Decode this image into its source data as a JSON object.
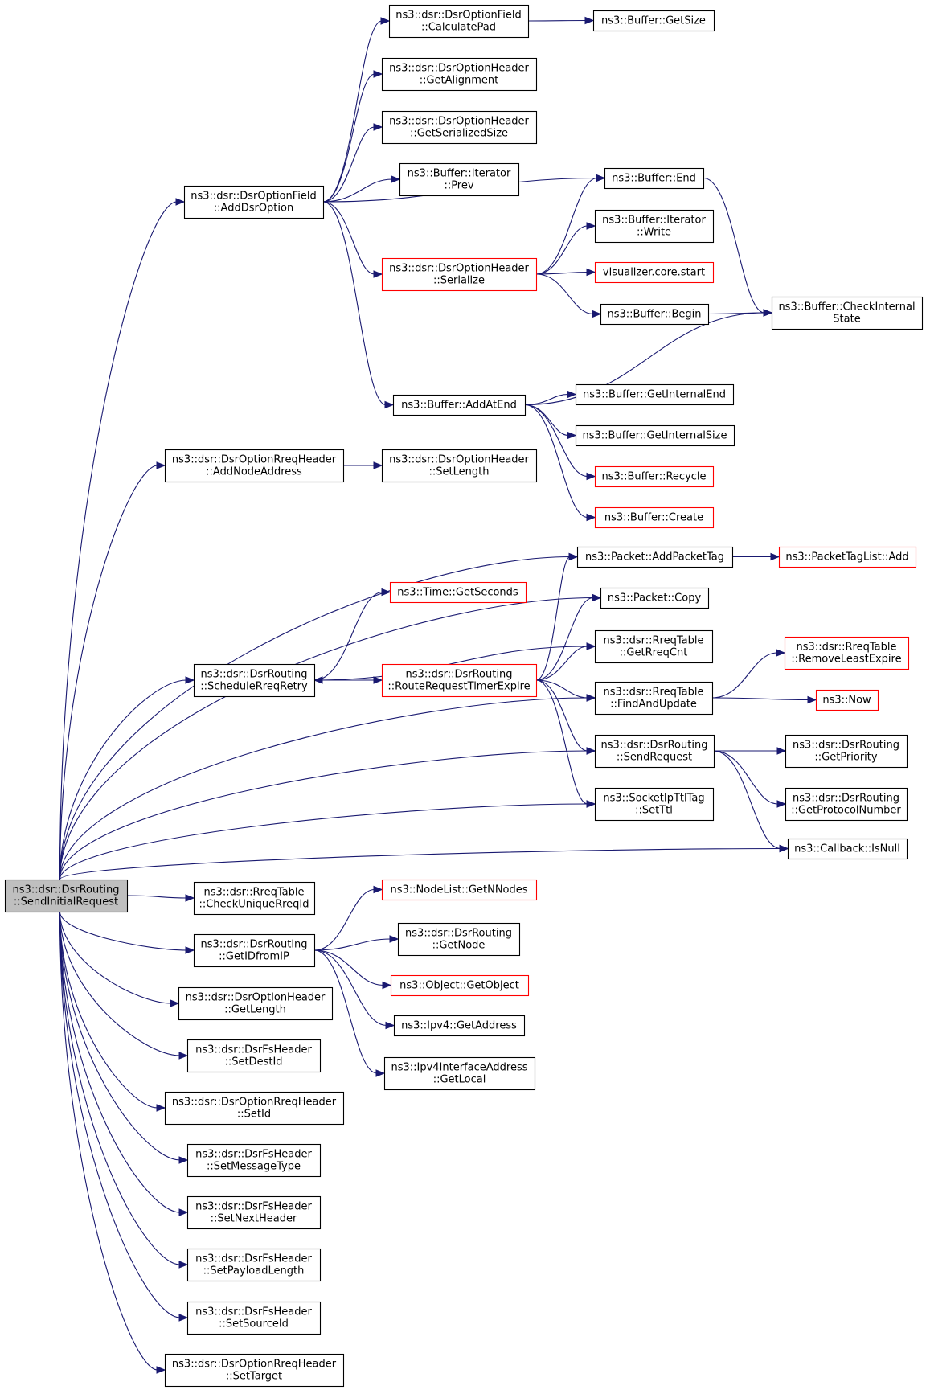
{
  "colors": {
    "edge": "#191970",
    "border_normal": "#000000",
    "border_truncated": "#ff0000",
    "fill_normal": "#ffffff",
    "fill_root": "#bfbfbf",
    "text": "#000000"
  },
  "graph": {
    "root": "sendinitial",
    "nodes": [
      {
        "id": "sendinitial",
        "lines": [
          "ns3::dsr::DsrRouting",
          "::SendInitialRequest"
        ],
        "style": "root"
      },
      {
        "id": "calcpad",
        "lines": [
          "ns3::dsr::DsrOptionField",
          "::CalculatePad"
        ],
        "style": "normal"
      },
      {
        "id": "getsize",
        "lines": [
          "ns3::Buffer::GetSize"
        ],
        "style": "normal"
      },
      {
        "id": "getalign",
        "lines": [
          "ns3::dsr::DsrOptionHeader",
          "::GetAlignment"
        ],
        "style": "normal"
      },
      {
        "id": "getserial",
        "lines": [
          "ns3::dsr::DsrOptionHeader",
          "::GetSerializedSize"
        ],
        "style": "normal"
      },
      {
        "id": "iterprev",
        "lines": [
          "ns3::Buffer::Iterator",
          "::Prev"
        ],
        "style": "normal"
      },
      {
        "id": "bufend",
        "lines": [
          "ns3::Buffer::End"
        ],
        "style": "normal"
      },
      {
        "id": "adddsr",
        "lines": [
          "ns3::dsr::DsrOptionField",
          "::AddDsrOption"
        ],
        "style": "normal"
      },
      {
        "id": "iterwrite",
        "lines": [
          "ns3::Buffer::Iterator",
          "::Write"
        ],
        "style": "normal"
      },
      {
        "id": "serialize",
        "lines": [
          "ns3::dsr::DsrOptionHeader",
          "::Serialize"
        ],
        "style": "truncated"
      },
      {
        "id": "vizstart",
        "lines": [
          "visualizer.core.start"
        ],
        "style": "truncated"
      },
      {
        "id": "bufbegin",
        "lines": [
          "ns3::Buffer::Begin"
        ],
        "style": "normal"
      },
      {
        "id": "checkint",
        "lines": [
          "ns3::Buffer::CheckInternal",
          "State"
        ],
        "style": "normal"
      },
      {
        "id": "addatend",
        "lines": [
          "ns3::Buffer::AddAtEnd"
        ],
        "style": "normal"
      },
      {
        "id": "getintend",
        "lines": [
          "ns3::Buffer::GetInternalEnd"
        ],
        "style": "normal"
      },
      {
        "id": "getintsize",
        "lines": [
          "ns3::Buffer::GetInternalSize"
        ],
        "style": "normal"
      },
      {
        "id": "addnodeaddr",
        "lines": [
          "ns3::dsr::DsrOptionRreqHeader",
          "::AddNodeAddress"
        ],
        "style": "normal"
      },
      {
        "id": "setlength",
        "lines": [
          "ns3::dsr::DsrOptionHeader",
          "::SetLength"
        ],
        "style": "normal"
      },
      {
        "id": "recycle",
        "lines": [
          "ns3::Buffer::Recycle"
        ],
        "style": "truncated"
      },
      {
        "id": "bufcreate",
        "lines": [
          "ns3::Buffer::Create"
        ],
        "style": "truncated"
      },
      {
        "id": "addpackettag",
        "lines": [
          "ns3::Packet::AddPacketTag"
        ],
        "style": "normal"
      },
      {
        "id": "taglistadd",
        "lines": [
          "ns3::PacketTagList::Add"
        ],
        "style": "truncated"
      },
      {
        "id": "getseconds",
        "lines": [
          "ns3::Time::GetSeconds"
        ],
        "style": "truncated"
      },
      {
        "id": "packetcopy",
        "lines": [
          "ns3::Packet::Copy"
        ],
        "style": "normal"
      },
      {
        "id": "schedulerreq",
        "lines": [
          "ns3::dsr::DsrRouting",
          "::ScheduleRreqRetry"
        ],
        "style": "normal"
      },
      {
        "id": "routereqtimer",
        "lines": [
          "ns3::dsr::DsrRouting",
          "::RouteRequestTimerExpire"
        ],
        "style": "truncated"
      },
      {
        "id": "getrreqcnt",
        "lines": [
          "ns3::dsr::RreqTable",
          "::GetRreqCnt"
        ],
        "style": "normal"
      },
      {
        "id": "removeleast",
        "lines": [
          "ns3::dsr::RreqTable",
          "::RemoveLeastExpire"
        ],
        "style": "truncated"
      },
      {
        "id": "findupdate",
        "lines": [
          "ns3::dsr::RreqTable",
          "::FindAndUpdate"
        ],
        "style": "normal"
      },
      {
        "id": "now",
        "lines": [
          "ns3::Now"
        ],
        "style": "truncated"
      },
      {
        "id": "sendrequest",
        "lines": [
          "ns3::dsr::DsrRouting",
          "::SendRequest"
        ],
        "style": "normal"
      },
      {
        "id": "getpriority",
        "lines": [
          "ns3::dsr::DsrRouting",
          "::GetPriority"
        ],
        "style": "normal"
      },
      {
        "id": "setttl",
        "lines": [
          "ns3::SocketIpTtlTag",
          "::SetTtl"
        ],
        "style": "normal"
      },
      {
        "id": "getprotonum",
        "lines": [
          "ns3::dsr::DsrRouting",
          "::GetProtocolNumber"
        ],
        "style": "normal"
      },
      {
        "id": "isnull",
        "lines": [
          "ns3::Callback::IsNull"
        ],
        "style": "normal"
      },
      {
        "id": "checkunique",
        "lines": [
          "ns3::dsr::RreqTable",
          "::CheckUniqueRreqId"
        ],
        "style": "normal"
      },
      {
        "id": "getnnodes",
        "lines": [
          "ns3::NodeList::GetNNodes"
        ],
        "style": "truncated"
      },
      {
        "id": "getidfromip",
        "lines": [
          "ns3::dsr::DsrRouting",
          "::GetIDfromIP"
        ],
        "style": "normal"
      },
      {
        "id": "getnode",
        "lines": [
          "ns3::dsr::DsrRouting",
          "::GetNode"
        ],
        "style": "normal"
      },
      {
        "id": "getobject",
        "lines": [
          "ns3::Object::GetObject"
        ],
        "style": "truncated"
      },
      {
        "id": "getlength",
        "lines": [
          "ns3::dsr::DsrOptionHeader",
          "::GetLength"
        ],
        "style": "normal"
      },
      {
        "id": "getaddress",
        "lines": [
          "ns3::Ipv4::GetAddress"
        ],
        "style": "normal"
      },
      {
        "id": "getlocal",
        "lines": [
          "ns3::Ipv4InterfaceAddress",
          "::GetLocal"
        ],
        "style": "normal"
      },
      {
        "id": "setdestid",
        "lines": [
          "ns3::dsr::DsrFsHeader",
          "::SetDestId"
        ],
        "style": "normal"
      },
      {
        "id": "setid",
        "lines": [
          "ns3::dsr::DsrOptionRreqHeader",
          "::SetId"
        ],
        "style": "normal"
      },
      {
        "id": "setmsgtype",
        "lines": [
          "ns3::dsr::DsrFsHeader",
          "::SetMessageType"
        ],
        "style": "normal"
      },
      {
        "id": "setnexthdr",
        "lines": [
          "ns3::dsr::DsrFsHeader",
          "::SetNextHeader"
        ],
        "style": "normal"
      },
      {
        "id": "setpayload",
        "lines": [
          "ns3::dsr::DsrFsHeader",
          "::SetPayloadLength"
        ],
        "style": "normal"
      },
      {
        "id": "setsourceid",
        "lines": [
          "ns3::dsr::DsrFsHeader",
          "::SetSourceId"
        ],
        "style": "normal"
      },
      {
        "id": "settarget",
        "lines": [
          "ns3::dsr::DsrOptionRreqHeader",
          "::SetTarget"
        ],
        "style": "normal"
      }
    ],
    "edges": [
      [
        "sendinitial",
        "adddsr"
      ],
      [
        "sendinitial",
        "addnodeaddr"
      ],
      [
        "sendinitial",
        "addpackettag"
      ],
      [
        "sendinitial",
        "packetcopy"
      ],
      [
        "sendinitial",
        "schedulerreq"
      ],
      [
        "sendinitial",
        "findupdate"
      ],
      [
        "sendinitial",
        "sendrequest"
      ],
      [
        "sendinitial",
        "setttl"
      ],
      [
        "sendinitial",
        "isnull"
      ],
      [
        "sendinitial",
        "checkunique"
      ],
      [
        "sendinitial",
        "getidfromip"
      ],
      [
        "sendinitial",
        "getlength"
      ],
      [
        "sendinitial",
        "setdestid"
      ],
      [
        "sendinitial",
        "setid"
      ],
      [
        "sendinitial",
        "setmsgtype"
      ],
      [
        "sendinitial",
        "setnexthdr"
      ],
      [
        "sendinitial",
        "setpayload"
      ],
      [
        "sendinitial",
        "setsourceid"
      ],
      [
        "sendinitial",
        "settarget"
      ],
      [
        "calcpad",
        "getsize"
      ],
      [
        "adddsr",
        "calcpad"
      ],
      [
        "adddsr",
        "getalign"
      ],
      [
        "adddsr",
        "getserial"
      ],
      [
        "adddsr",
        "iterprev"
      ],
      [
        "adddsr",
        "bufend"
      ],
      [
        "adddsr",
        "serialize"
      ],
      [
        "adddsr",
        "addatend"
      ],
      [
        "serialize",
        "bufend"
      ],
      [
        "serialize",
        "iterwrite"
      ],
      [
        "serialize",
        "vizstart"
      ],
      [
        "serialize",
        "bufbegin"
      ],
      [
        "bufend",
        "checkint"
      ],
      [
        "bufbegin",
        "checkint"
      ],
      [
        "addatend",
        "checkint"
      ],
      [
        "addatend",
        "getintend"
      ],
      [
        "addatend",
        "getintsize"
      ],
      [
        "addatend",
        "recycle"
      ],
      [
        "addatend",
        "bufcreate"
      ],
      [
        "addnodeaddr",
        "setlength"
      ],
      [
        "addpackettag",
        "taglistadd"
      ],
      [
        "schedulerreq",
        "getseconds"
      ],
      [
        "schedulerreq",
        "routereqtimer"
      ],
      [
        "routereqtimer",
        "addpackettag"
      ],
      [
        "routereqtimer",
        "packetcopy"
      ],
      [
        "routereqtimer",
        "schedulerreq"
      ],
      [
        "routereqtimer",
        "getrreqcnt"
      ],
      [
        "routereqtimer",
        "findupdate"
      ],
      [
        "routereqtimer",
        "sendrequest"
      ],
      [
        "routereqtimer",
        "setttl"
      ],
      [
        "schedulerreq",
        "getrreqcnt"
      ],
      [
        "findupdate",
        "removeleast"
      ],
      [
        "findupdate",
        "now"
      ],
      [
        "sendrequest",
        "getpriority"
      ],
      [
        "sendrequest",
        "getprotonum"
      ],
      [
        "sendrequest",
        "isnull"
      ],
      [
        "getidfromip",
        "getnnodes"
      ],
      [
        "getidfromip",
        "getnode"
      ],
      [
        "getidfromip",
        "getobject"
      ],
      [
        "getidfromip",
        "getaddress"
      ],
      [
        "getidfromip",
        "getlocal"
      ]
    ]
  }
}
